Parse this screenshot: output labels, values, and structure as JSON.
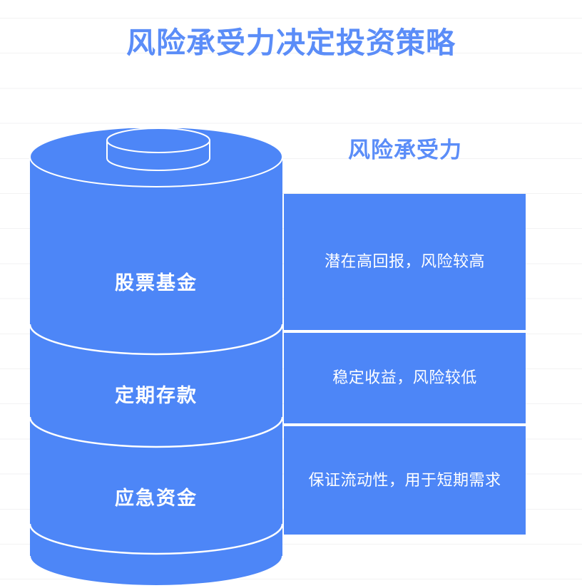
{
  "title": "风险承受力决定投资策略",
  "column_header": "风险承受力",
  "colors": {
    "brand_blue": "#4d86f7",
    "title_blue": "#5b8df8",
    "gridline": "#f2f2f3",
    "background": "#ffffff",
    "label_text": "#ffffff"
  },
  "categories": [
    {
      "label": "股票基金",
      "description": "潜在高回报，风险较高"
    },
    {
      "label": "定期存款",
      "description": "稳定收益，风险较低"
    },
    {
      "label": "应急资金",
      "description": "保证流动性，用于短期需求"
    }
  ]
}
